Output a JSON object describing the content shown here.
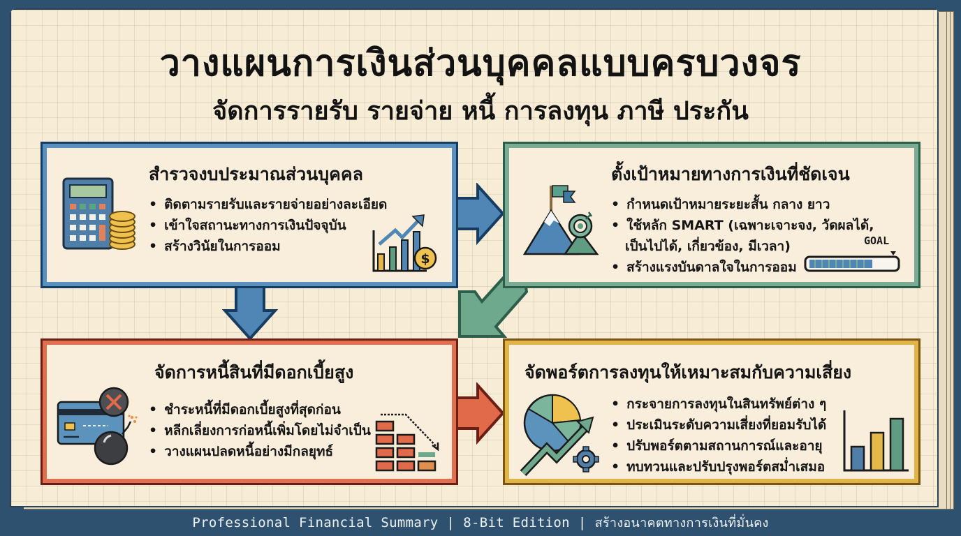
{
  "header": {
    "title": "วางแผนการเงินส่วนบุคคลแบบครบวงจร",
    "subtitle": "จัดการรายรับ รายจ่าย หนี้ การลงทุน ภาษี ประกัน"
  },
  "cards": [
    {
      "title": "สำรวจงบประมาณส่วนบุคคล",
      "bullets": [
        "ติดตามรายรับและรายจ่ายอย่างละเอียด",
        "เข้าใจสถานะทางการเงินปัจจุบัน",
        "สร้างวินัยในการออม"
      ],
      "icons": [
        "calculator-icon",
        "coin-stack-icon",
        "growth-chart-dollar-icon"
      ],
      "color": "#5a90bd"
    },
    {
      "title": "ตั้งเป้าหมายทางการเงินที่ชัดเจน",
      "bullets": [
        "กำหนดเป้าหมายระยะสั้น กลาง ยาว",
        "ใช้หลัก SMART (เฉพาะเจาะจง, วัดผลได้,",
        "เป็นไปได้, เกี่ยวข้อง, มีเวลา)",
        "สร้างแรงบันดาลใจในการออม"
      ],
      "goal_label": "GOAL",
      "goal_progress_percent": 75,
      "icons": [
        "mountain-flag-icon",
        "target-icon",
        "goal-progress-bar"
      ],
      "color": "#7aab93"
    },
    {
      "title": "จัดการหนี้สินที่มีดอกเบี้ยสูง",
      "bullets": [
        "ชำระหนี้ที่มีดอกเบี้ยสูงที่สุดก่อน",
        "หลีกเลี่ยงการก่อหนี้เพิ่มโดยไม่จำเป็น",
        "วางแผนปลดหนี้อย่างมีกลยุทธ์"
      ],
      "icons": [
        "credit-card-x-icon",
        "bomb-icon",
        "debt-bricks-down-icon"
      ],
      "color": "#de7050"
    },
    {
      "title": "จัดพอร์ตการลงทุนให้เหมาะสมกับความเสี่ยง",
      "bullets": [
        "กระจายการลงทุนในสินทรัพย์ต่าง ๆ",
        "ประเมินระดับความเสี่ยงที่ยอมรับได้",
        "ปรับพอร์ตตามสถานการณ์และอายุ",
        "ทบทวนและปรับปรุงพอร์ตสม่ำเสมอ"
      ],
      "icons": [
        "pie-chart-growth-icon",
        "gear-icon",
        "bar-chart-icon"
      ],
      "color": "#e0b447"
    }
  ],
  "footer": {
    "left": "Professional Financial Summary",
    "middle": "8-Bit Edition",
    "right": "สร้างอนาคตทางการเงินที่มั่นคง",
    "separator": "|"
  }
}
